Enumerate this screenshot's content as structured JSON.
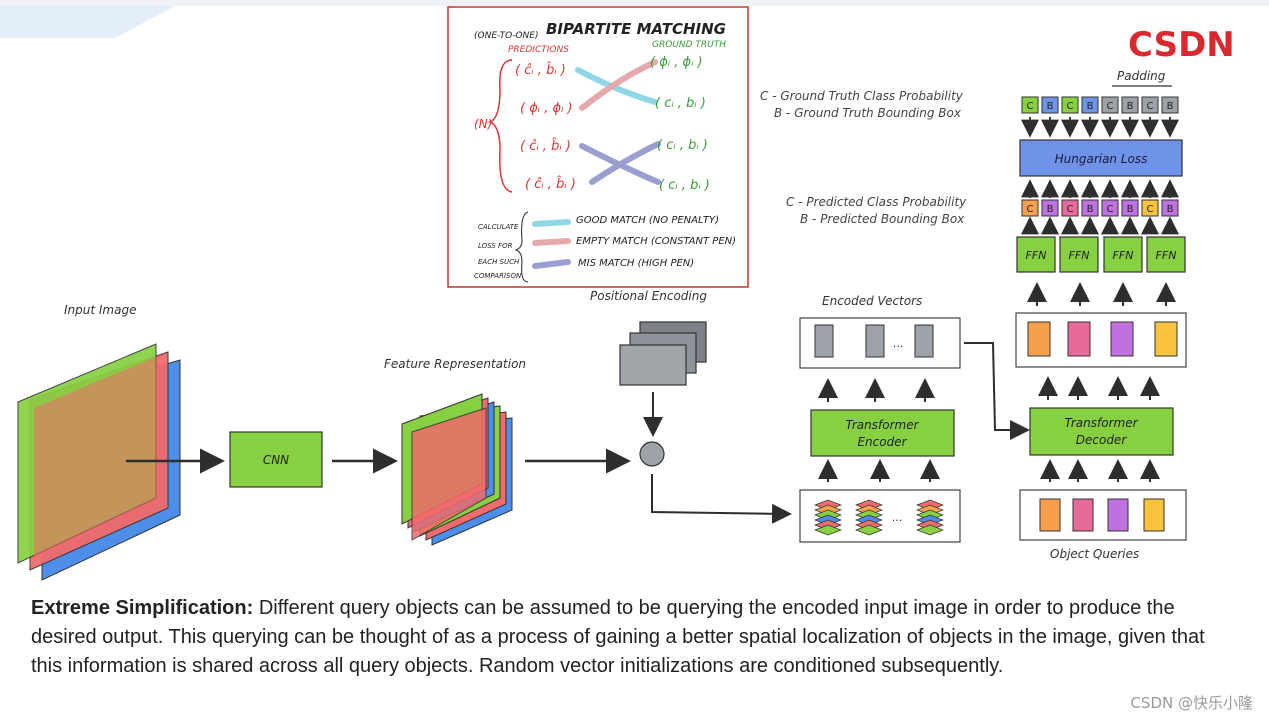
{
  "logo": {
    "text": "CSDN",
    "color": "#d9292f"
  },
  "bipartite": {
    "title_prefix": "(ONE-TO-ONE)",
    "title": "BIPARTITE MATCHING",
    "predictions_label": "PREDICTIONS",
    "ground_truth_label": "GROUND TRUTH",
    "predictions": [
      "( ĉᵢ , b̂ᵢ )",
      "( ϕᵢ , ϕᵢ )",
      "( ĉᵢ , b̂ᵢ )",
      "( ĉᵢ , b̂ᵢ )"
    ],
    "ground_truth": [
      "( ϕᵢ , ϕᵢ )",
      "( cᵢ , bᵢ )",
      "( cᵢ , bᵢ )",
      "( cᵢ , bᵢ )"
    ],
    "n_label": "(N)",
    "calc_label": [
      "CALCULATE",
      "LOSS FOR",
      "EACH SUCH",
      "COMPARISON"
    ],
    "legend": [
      {
        "text": "GOOD MATCH (NO PENALTY)",
        "color": "#8fd6e6"
      },
      {
        "text": "EMPTY MATCH (CONSTANT PEN)",
        "color": "#e6a9ab"
      },
      {
        "text": "MIS MATCH (HIGH PEN)",
        "color": "#9a9ed0"
      }
    ]
  },
  "labels": {
    "input_image": "Input Image",
    "cnn": "CNN",
    "feature_representation": "Feature Representation",
    "positional_encoding": "Positional Encoding",
    "encoded_vectors": "Encoded Vectors",
    "dots": "...",
    "transformer_encoder": [
      "Transformer",
      "Encoder"
    ],
    "transformer_decoder": [
      "Transformer",
      "Decoder"
    ],
    "object_queries": "Object Queries",
    "padding": "Padding",
    "hungarian_loss": "Hungarian Loss",
    "ffn": "FFN",
    "gt_c": "C - Ground Truth Class Probability",
    "gt_b": "B - Ground Truth Bounding Box",
    "pred_c": "C - Predicted Class Probability",
    "pred_b": "B - Predicted Bounding Box",
    "cell_c": "C",
    "cell_b": "B"
  },
  "colors": {
    "green": "#86d042",
    "red": "#f06b6b",
    "blue": "#4d8fe8",
    "hungarian": "#6f93e6",
    "orange": "#f6a04d",
    "pink": "#e86a9a",
    "purple": "#c071e0",
    "yellow": "#f8c440",
    "gray": "#9da2a8",
    "line": "#2e2e2e"
  },
  "caption": {
    "bold": "Extreme Simplification:",
    "text": " Different query objects can be assumed to be querying the encoded input image in order to produce the desired output. This querying can be thought of as a process of gaining a better spatial localization of objects in the image, given that this information is shared across all query objects. Random vector initializations are conditioned subsequently."
  },
  "watermark": "CSDN @快乐小隆"
}
